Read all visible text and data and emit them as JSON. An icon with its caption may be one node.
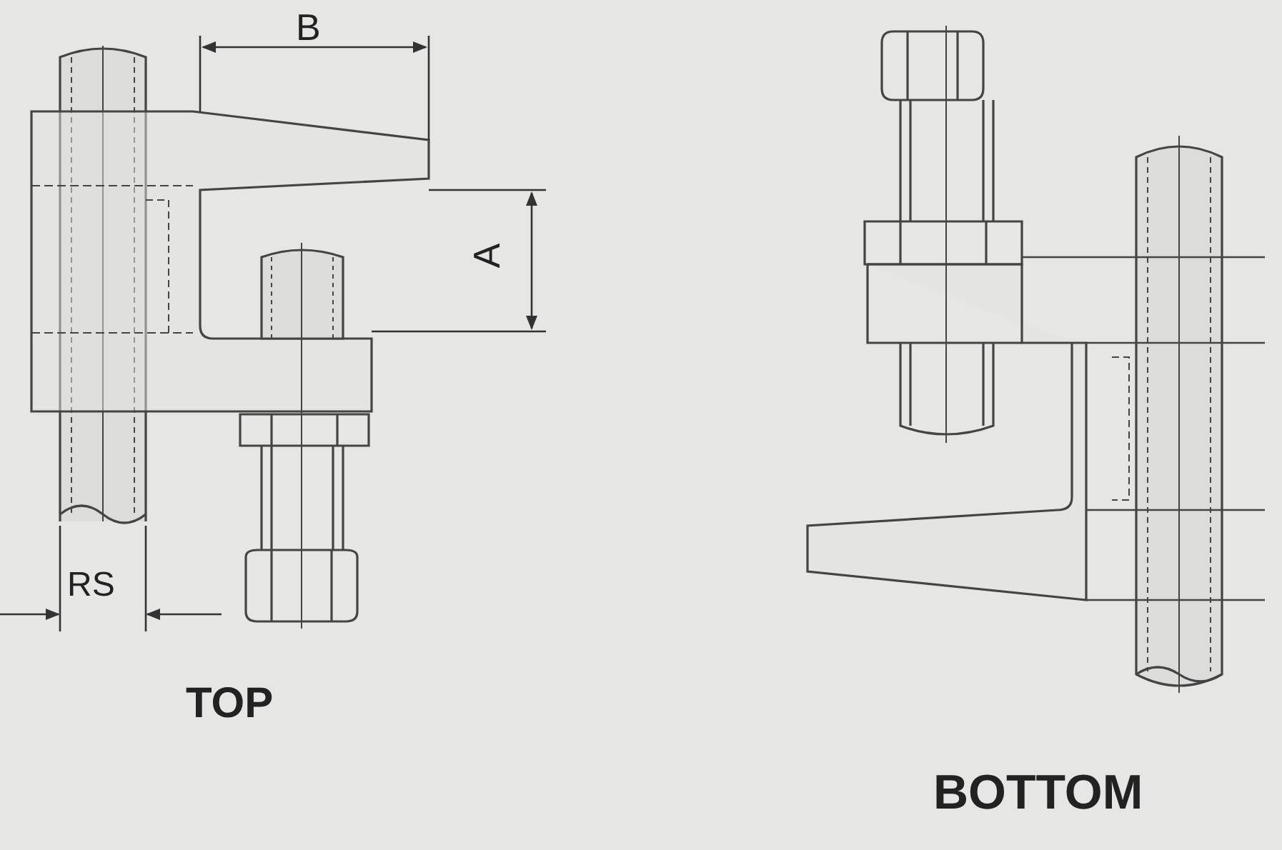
{
  "diagram": {
    "labels": [
      "B",
      "A",
      "RS",
      "TOP",
      "BOTTOM"
    ]
  }
}
